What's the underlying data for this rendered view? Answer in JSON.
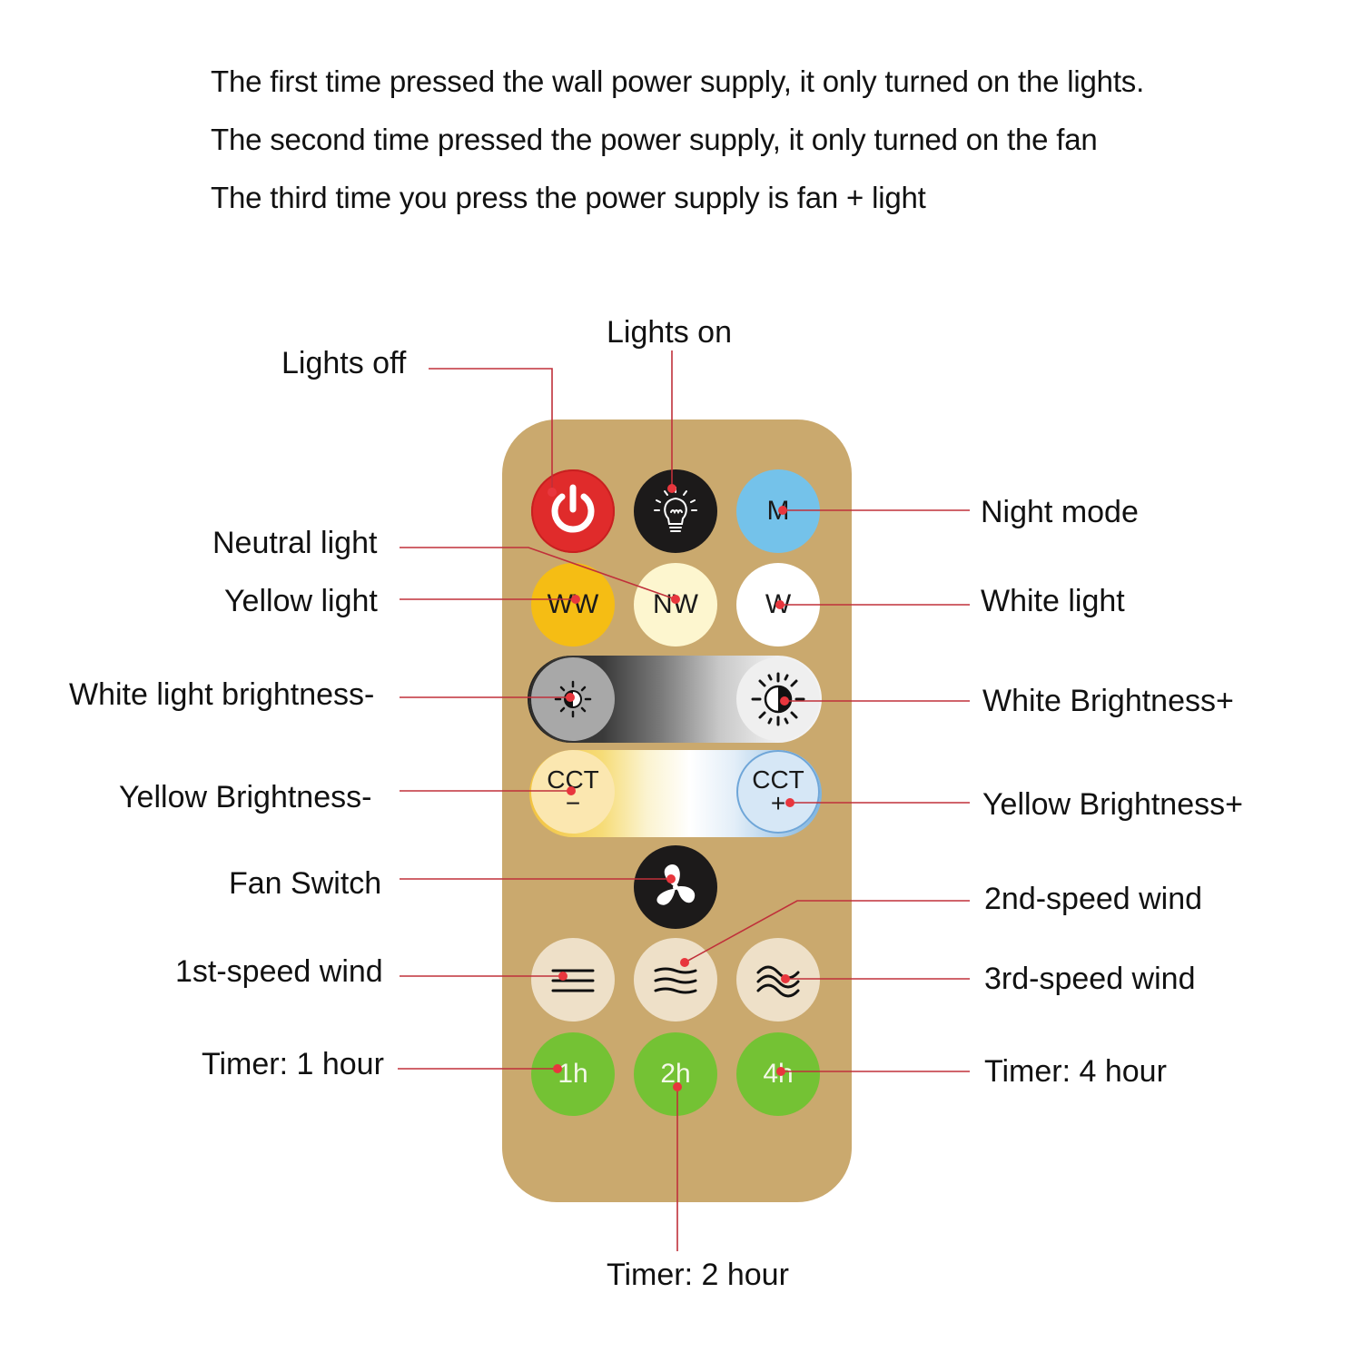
{
  "intro": {
    "lines": [
      "The first time  pressed the wall power supply, it only turned on the lights.",
      "The second time pressed the power supply, it only turned on the fan",
      "The third time you press the power supply is fan + light"
    ]
  },
  "colors": {
    "remote_body": "#caa96e",
    "leader_line": "#c0303a",
    "marker_dot": "#e8363d",
    "power_button": "#e02b2b",
    "lights_on_button": "#1c1a1a",
    "night_mode_button": "#74c2ea",
    "yellow_light_button": "#f5bd14",
    "neutral_light_button": "#fdf6cf",
    "white_light_button": "#ffffff",
    "wind_button": "#eee0c8",
    "timer_button": "#74c234"
  },
  "remote": {
    "buttons": {
      "power": {
        "icon": "power-icon"
      },
      "lights_on": {
        "icon": "lightbulb-icon"
      },
      "night_mode": {
        "text": "M"
      },
      "yellow_light": {
        "text": "WW"
      },
      "neutral_light": {
        "text": "NW"
      },
      "white_light": {
        "text": "W"
      },
      "white_brightness_minus": {
        "icon": "brightness-low-icon"
      },
      "white_brightness_plus": {
        "icon": "brightness-high-icon"
      },
      "cct_minus": {
        "text": "CCT",
        "sign": "−"
      },
      "cct_plus": {
        "text": "CCT",
        "sign": "+"
      },
      "fan_switch": {
        "icon": "fan-icon"
      },
      "speed1": {
        "icon": "wind-speed-1-icon"
      },
      "speed2": {
        "icon": "wind-speed-2-icon"
      },
      "speed3": {
        "icon": "wind-speed-3-icon"
      },
      "timer_1h": {
        "text": "1h"
      },
      "timer_2h": {
        "text": "2h"
      },
      "timer_4h": {
        "text": "4h"
      }
    }
  },
  "labels": {
    "lights_off": "Lights off",
    "lights_on": "Lights on",
    "night_mode": "Night mode",
    "neutral_light": "Neutral light",
    "yellow_light": "Yellow light",
    "white_light": "White light",
    "white_light_brightness_minus": "White light brightness-",
    "white_brightness_plus": "White Brightness+",
    "yellow_brightness_minus": "Yellow Brightness-",
    "yellow_brightness_plus": "Yellow Brightness+",
    "fan_switch": "Fan Switch",
    "speed2": "2nd-speed wind",
    "speed1": "1st-speed wind",
    "speed3": "3rd-speed wind",
    "timer_1h": "Timer: 1 hour",
    "timer_4h": "Timer: 4 hour",
    "timer_2h": "Timer: 2 hour"
  }
}
